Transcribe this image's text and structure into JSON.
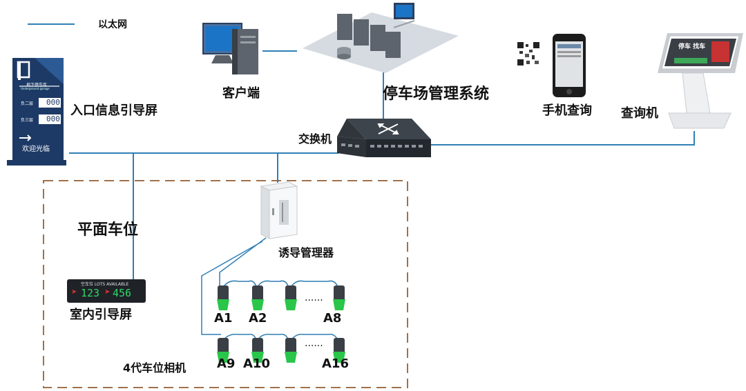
{
  "legend": {
    "label": "以太网"
  },
  "nodes": {
    "entry_screen": {
      "label": "入口信息引导屏",
      "sign_title": "地下停车库",
      "sign_subtitle": "Underground garage",
      "floor1_label": "负二层",
      "floor1_value": "000",
      "floor2_label": "负三层",
      "floor2_value": "000",
      "welcome": "欢迎光临"
    },
    "client": {
      "label": "客户端"
    },
    "management_system": {
      "label": "停车场管理系统"
    },
    "mobile_query": {
      "label": "手机查询"
    },
    "kiosk": {
      "label": "查询机",
      "screen_text": "停车 找车"
    },
    "switch": {
      "label": "交换机"
    },
    "guidance_manager": {
      "label": "诱导管理器"
    },
    "indoor_screen": {
      "label": "室内引导屏",
      "header": "空车位 LOTS AVAILABLE",
      "value1": "123",
      "value2": "456"
    },
    "cameras": {
      "label": "4代车位相机"
    }
  },
  "zone": {
    "label": "平面车位"
  },
  "row1": {
    "first": "A1",
    "second": "A2",
    "ellipsis": "......",
    "last": "A8"
  },
  "row2": {
    "first": "A9",
    "second": "A10",
    "ellipsis": "......",
    "last": "A16"
  },
  "colors": {
    "ethernet": "#2f7fb5",
    "zone_border": "#a0704a",
    "camera_led": "#29c64a"
  }
}
